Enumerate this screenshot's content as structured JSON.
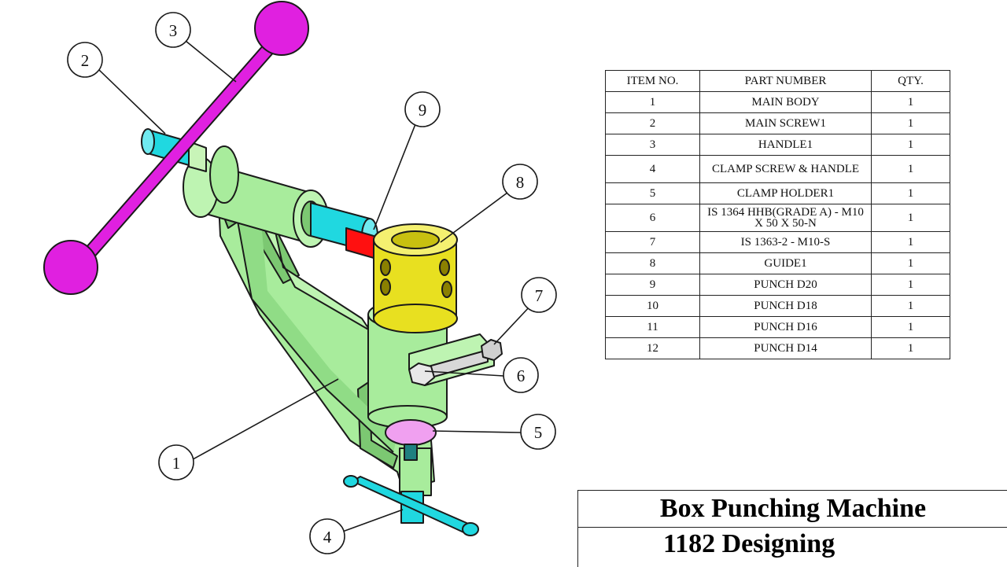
{
  "callouts": [
    "1",
    "2",
    "3",
    "4",
    "5",
    "6",
    "7",
    "8",
    "9"
  ],
  "bom": {
    "headers": [
      "ITEM NO.",
      "PART NUMBER",
      "QTY."
    ],
    "rows": [
      {
        "item": "1",
        "part": "MAIN BODY",
        "qty": "1"
      },
      {
        "item": "2",
        "part": "MAIN SCREW1",
        "qty": "1"
      },
      {
        "item": "3",
        "part": "HANDLE1",
        "qty": "1"
      },
      {
        "item": "4",
        "part": "CLAMP SCREW & HANDLE",
        "qty": "1"
      },
      {
        "item": "5",
        "part": "CLAMP HOLDER1",
        "qty": "1"
      },
      {
        "item": "6",
        "part": "IS 1364 HHB(GRADE A) - M10 X 50 X 50-N",
        "qty": "1"
      },
      {
        "item": "7",
        "part": "IS 1363-2 - M10-S",
        "qty": "1"
      },
      {
        "item": "8",
        "part": "GUIDE1",
        "qty": "1"
      },
      {
        "item": "9",
        "part": "PUNCH D20",
        "qty": "1"
      },
      {
        "item": "10",
        "part": "PUNCH D18",
        "qty": "1"
      },
      {
        "item": "11",
        "part": "PUNCH D16",
        "qty": "1"
      },
      {
        "item": "12",
        "part": "PUNCH D14",
        "qty": "1"
      }
    ]
  },
  "title_block": {
    "title": "Box Punching Machine",
    "subtitle": "1182 Designing"
  },
  "colors": {
    "body": "#a8ec9c",
    "body_shade": "#7cc872",
    "handle": "#e020e0",
    "screw": "#20d8e0",
    "guide": "#e8e020",
    "punch": "#ff1010",
    "clamp_holder": "#f0a0f0",
    "bolt": "#d8d8d8",
    "outline": "#1a1a1a"
  }
}
